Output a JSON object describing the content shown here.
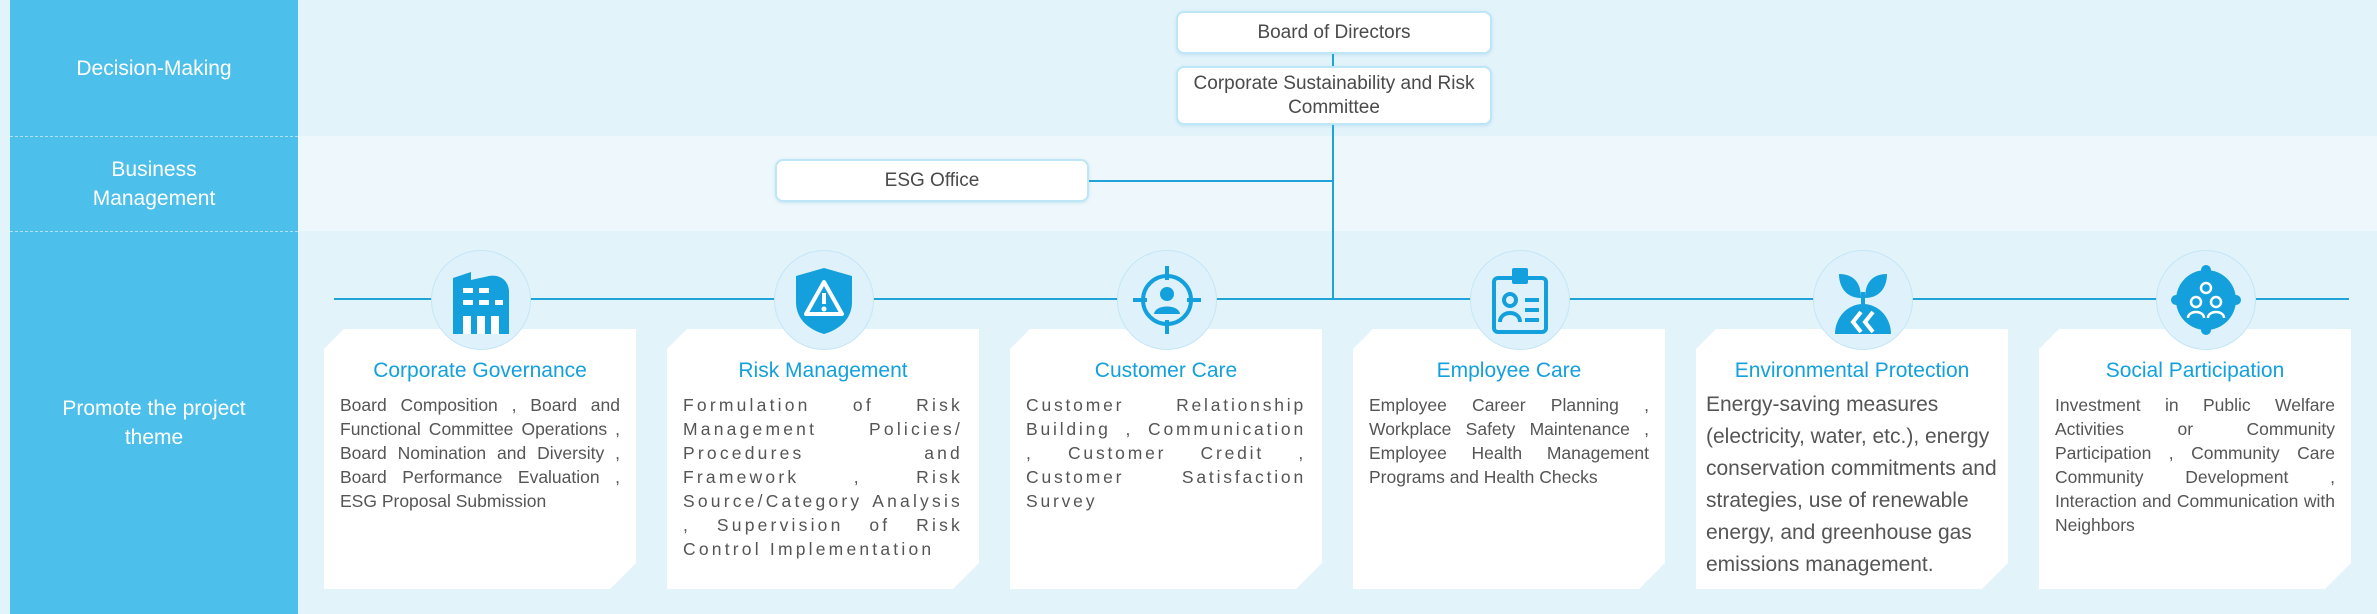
{
  "sidebar": {
    "rows": [
      {
        "label": "Decision-Making"
      },
      {
        "label": "Business Management"
      },
      {
        "label": "Promote the project theme"
      }
    ]
  },
  "org": {
    "board": "Board of Directors",
    "committee": "Corporate Sustainability and Risk Committee",
    "office": "ESG Office"
  },
  "colors": {
    "sidebar": "#4cbfea",
    "accent": "#14a0dc",
    "line": "#1fa3d8",
    "background": "#e3f3fa"
  },
  "themes": [
    {
      "title": "Corporate Governance",
      "icon": "building-icon",
      "body": "Board Composition , Board and Functional Committee Operations , Board Nomination and Diversity , Board Performance Evaluation , ESG Proposal Submission"
    },
    {
      "title": "Risk Management",
      "icon": "warning-shield-icon",
      "body": "Formulation of Risk Management Policies/ Procedures and Framework , Risk Source/Category Analysis , Supervision of Risk Control Implementation"
    },
    {
      "title": "Customer Care",
      "icon": "target-user-icon",
      "body": "Customer Relationship Building , Communication , Customer Credit , Customer Satisfaction Survey"
    },
    {
      "title": "Employee Care",
      "icon": "id-badge-icon",
      "body": "Employee Career Planning , Workplace Safety Maintenance , Employee Health Management Programs and Health Checks"
    },
    {
      "title": "Environmental Protection",
      "icon": "sprout-icon",
      "body": "Energy-saving measures (electricity, water, etc.), energy conservation commitments and strategies, use of renewable energy, and greenhouse gas emissions management."
    },
    {
      "title": "Social Participation",
      "icon": "community-icon",
      "body": "Investment in Public Welfare Activities or Community Participation , Community Care Community Development , Interaction and Communication with Neighbors"
    }
  ]
}
